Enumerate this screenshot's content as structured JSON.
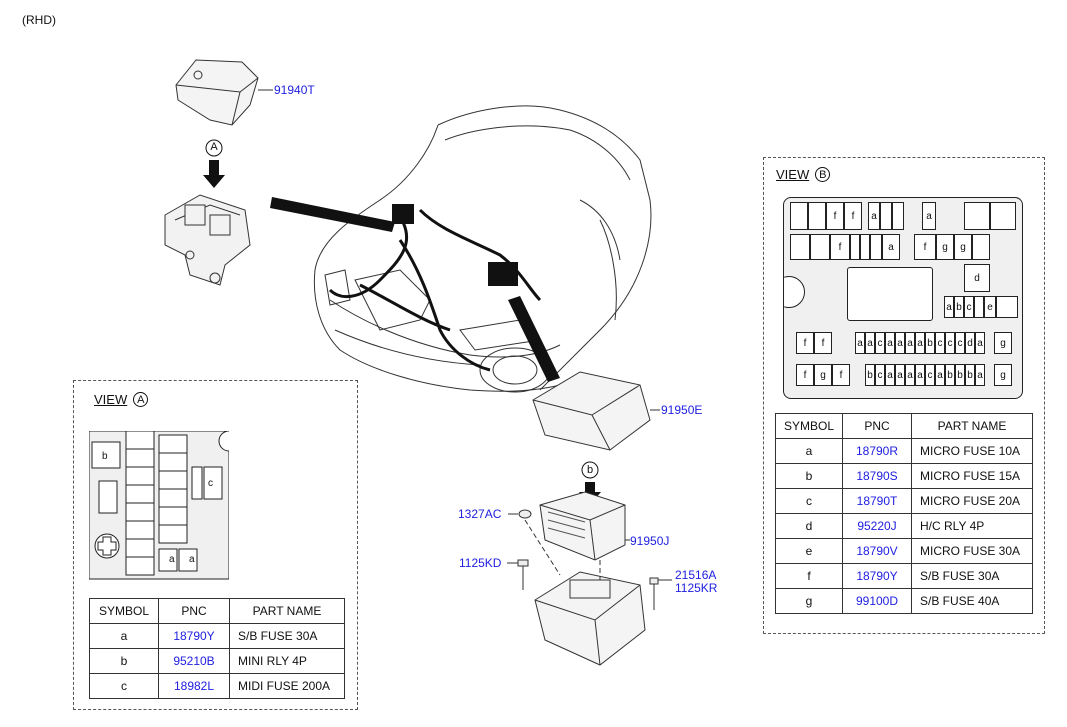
{
  "header": {
    "variant": "(RHD)"
  },
  "callouts": {
    "c91940T": "91940T",
    "c91950E": "91950E",
    "c91950J": "91950J",
    "c1327AC": "1327AC",
    "c1125KD": "1125KD",
    "c21516A": "21516A",
    "c1125KR": "1125KR"
  },
  "markers": {
    "a": "A",
    "b": "b"
  },
  "view_a": {
    "title": "VIEW",
    "letter": "A",
    "fuse_labels": {
      "b": "b",
      "c": "c",
      "a1": "a",
      "a2": "a"
    },
    "table": {
      "headers": [
        "SYMBOL",
        "PNC",
        "PART NAME"
      ],
      "rows": [
        {
          "symbol": "a",
          "pnc": "18790Y",
          "name": "S/B FUSE 30A"
        },
        {
          "symbol": "b",
          "pnc": "95210B",
          "name": "MINI RLY 4P"
        },
        {
          "symbol": "c",
          "pnc": "18982L",
          "name": "MIDI FUSE 200A"
        }
      ]
    }
  },
  "view_b": {
    "title": "VIEW",
    "letter": "B",
    "table": {
      "headers": [
        "SYMBOL",
        "PNC",
        "PART NAME"
      ],
      "rows": [
        {
          "symbol": "a",
          "pnc": "18790R",
          "name": "MICRO FUSE 10A"
        },
        {
          "symbol": "b",
          "pnc": "18790S",
          "name": "MICRO FUSE 15A"
        },
        {
          "symbol": "c",
          "pnc": "18790T",
          "name": "MICRO FUSE 20A"
        },
        {
          "symbol": "d",
          "pnc": "95220J",
          "name": "H/C RLY 4P"
        },
        {
          "symbol": "e",
          "pnc": "18790V",
          "name": "MICRO FUSE 30A"
        },
        {
          "symbol": "f",
          "pnc": "18790Y",
          "name": "S/B FUSE 30A"
        },
        {
          "symbol": "g",
          "pnc": "99100D",
          "name": "S/B FUSE 40A"
        }
      ]
    },
    "grid_labels": {
      "row1": [
        "",
        "",
        "f",
        "f",
        "a",
        "",
        "",
        "a",
        "",
        ""
      ],
      "row2": [
        "",
        "",
        "f",
        "",
        "",
        "",
        "a",
        "f",
        "g",
        "g",
        ""
      ],
      "d": "d",
      "row_abce": [
        "a",
        "b",
        "c",
        "",
        "e",
        ""
      ],
      "row3": [
        "a",
        "a",
        "c",
        "a",
        "a",
        "a",
        "a",
        "b",
        "c",
        "c",
        "c",
        "d",
        "a"
      ],
      "row4": [
        "b",
        "c",
        "a",
        "a",
        "a",
        "a",
        "c",
        "a",
        "b",
        "b",
        "b",
        "a"
      ],
      "left3": [
        "f",
        "f"
      ],
      "left4": [
        "f",
        "g",
        "f"
      ],
      "right3": "g",
      "right4": "g"
    }
  }
}
